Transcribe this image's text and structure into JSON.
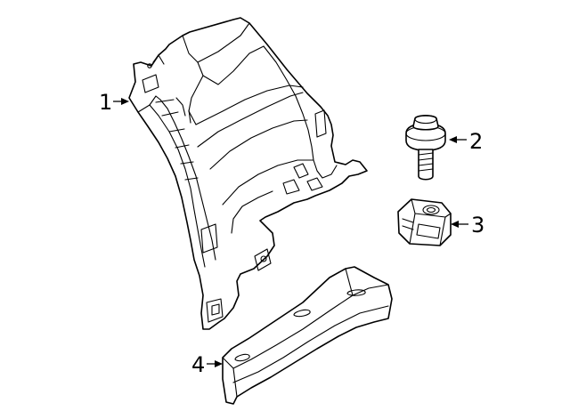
{
  "diagram": {
    "callouts": [
      {
        "number": "1",
        "part": "inner-wheelhouse-panel"
      },
      {
        "number": "2",
        "part": "bolt"
      },
      {
        "number": "3",
        "part": "clip-nut"
      },
      {
        "number": "4",
        "part": "rail-reinforcement"
      }
    ]
  }
}
